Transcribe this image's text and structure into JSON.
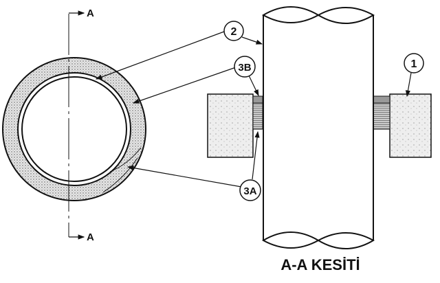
{
  "section_markers": {
    "top": "A",
    "bottom": "A"
  },
  "callouts": {
    "pipe": "2",
    "sealant": "3B",
    "filler": "3A",
    "slab": "1"
  },
  "caption": "A-A KESİTİ",
  "colors": {
    "ink": "#111111",
    "fill_texture": "#d9d9d9",
    "background": "#ffffff"
  }
}
